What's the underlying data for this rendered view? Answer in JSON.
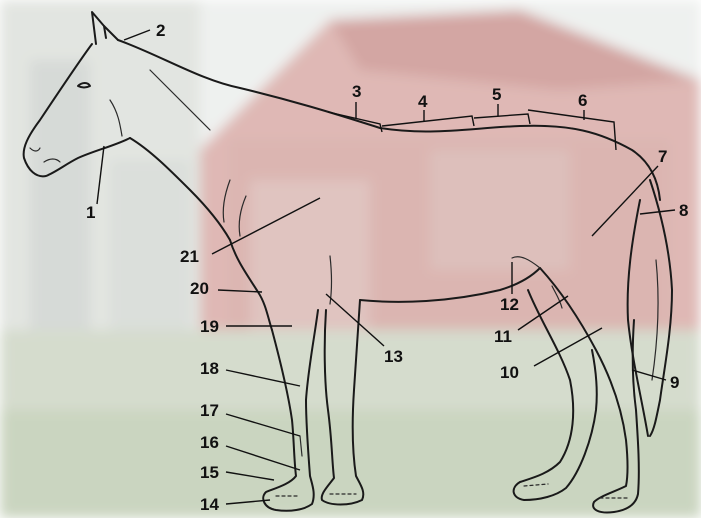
{
  "labels": [
    "1",
    "2",
    "3",
    "4",
    "5",
    "6",
    "7",
    "8",
    "9",
    "10",
    "11",
    "12",
    "13",
    "14",
    "15",
    "16",
    "17",
    "18",
    "19",
    "20",
    "21"
  ],
  "colors": {
    "sky": "#eef0ef",
    "barn_red": "#c98f8b",
    "barn_red_light": "#dcb3ae",
    "ground_green": "#b6c5a8",
    "tree_dark": "#b9bdb7",
    "ink": "#1a1a1a"
  }
}
